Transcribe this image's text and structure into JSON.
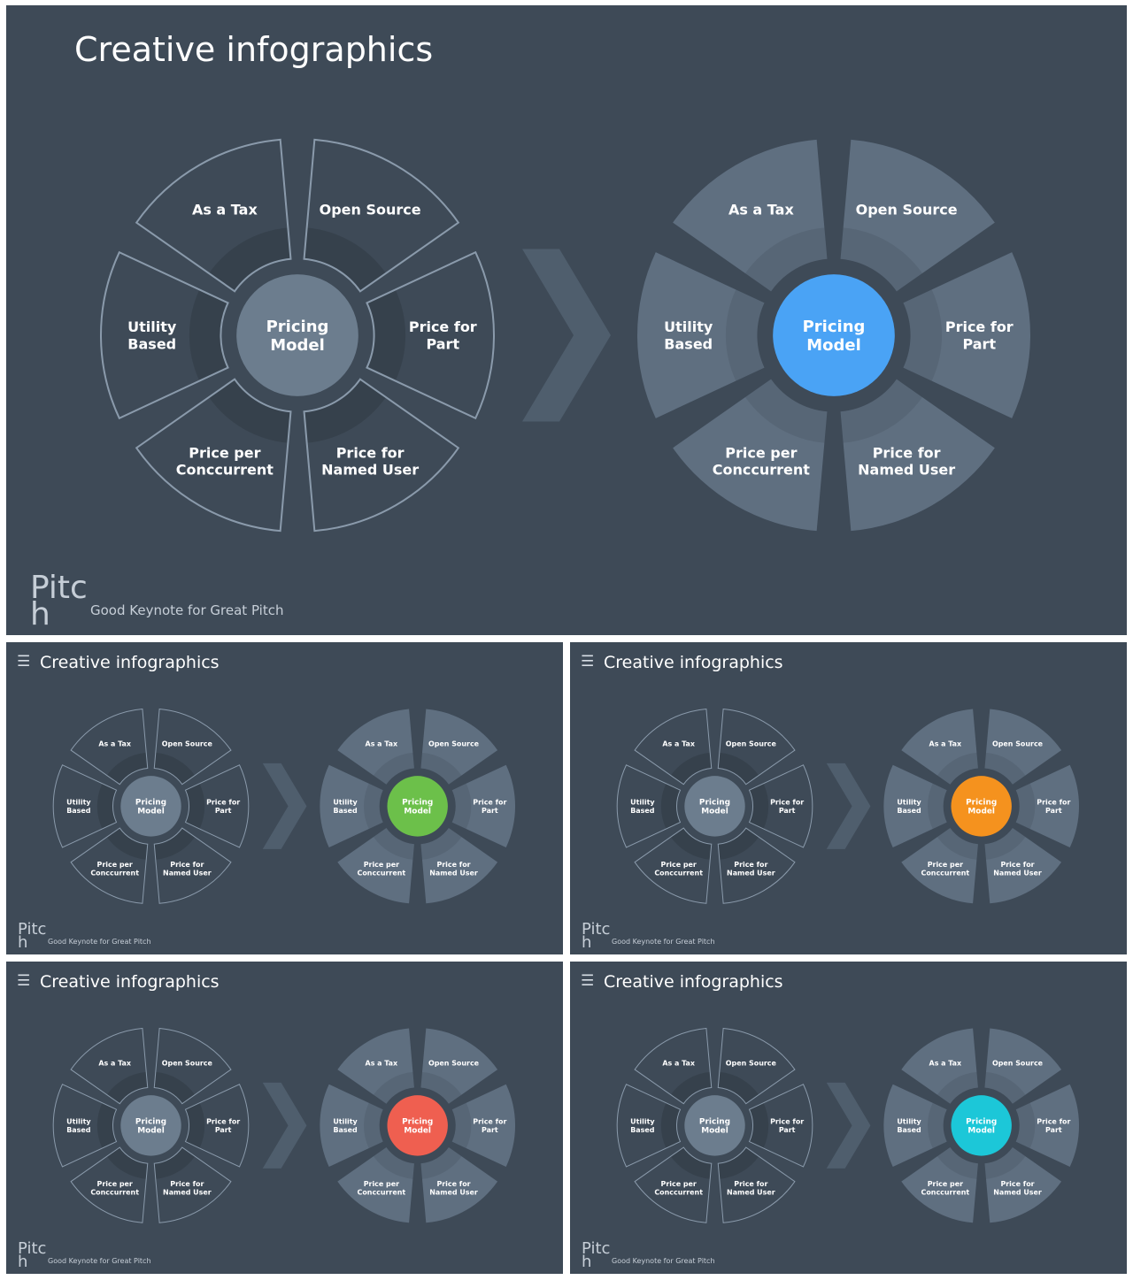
{
  "slide_title": "Creative infographics",
  "brand": {
    "logo_line1": "Pitc",
    "logo_line2": "h",
    "tagline": "Good Keynote for Great Pitch"
  },
  "menu_icon": "menu-icon",
  "diagram": {
    "center": [
      "Pricing",
      "Model"
    ],
    "segments": [
      {
        "lines": [
          "As a Tax"
        ]
      },
      {
        "lines": [
          "Open Source"
        ]
      },
      {
        "lines": [
          "Price for",
          "Part"
        ]
      },
      {
        "lines": [
          "Price for",
          "Named User"
        ]
      },
      {
        "lines": [
          "Price per",
          "Conccurrent"
        ]
      },
      {
        "lines": [
          "Utility",
          "Based"
        ]
      }
    ]
  },
  "colors": {
    "background": "#3e4a57",
    "outline_stroke": "#8a9aab",
    "filled_segment": "#5f6f80",
    "center_neutral": "#6c7d8e",
    "arrow": "#4f5e6d"
  },
  "variants": [
    {
      "accent": "#4aa3f5"
    },
    {
      "accent": "#6cc04a"
    },
    {
      "accent": "#f5921e"
    },
    {
      "accent": "#ef5f50"
    },
    {
      "accent": "#1cc7d8"
    }
  ]
}
